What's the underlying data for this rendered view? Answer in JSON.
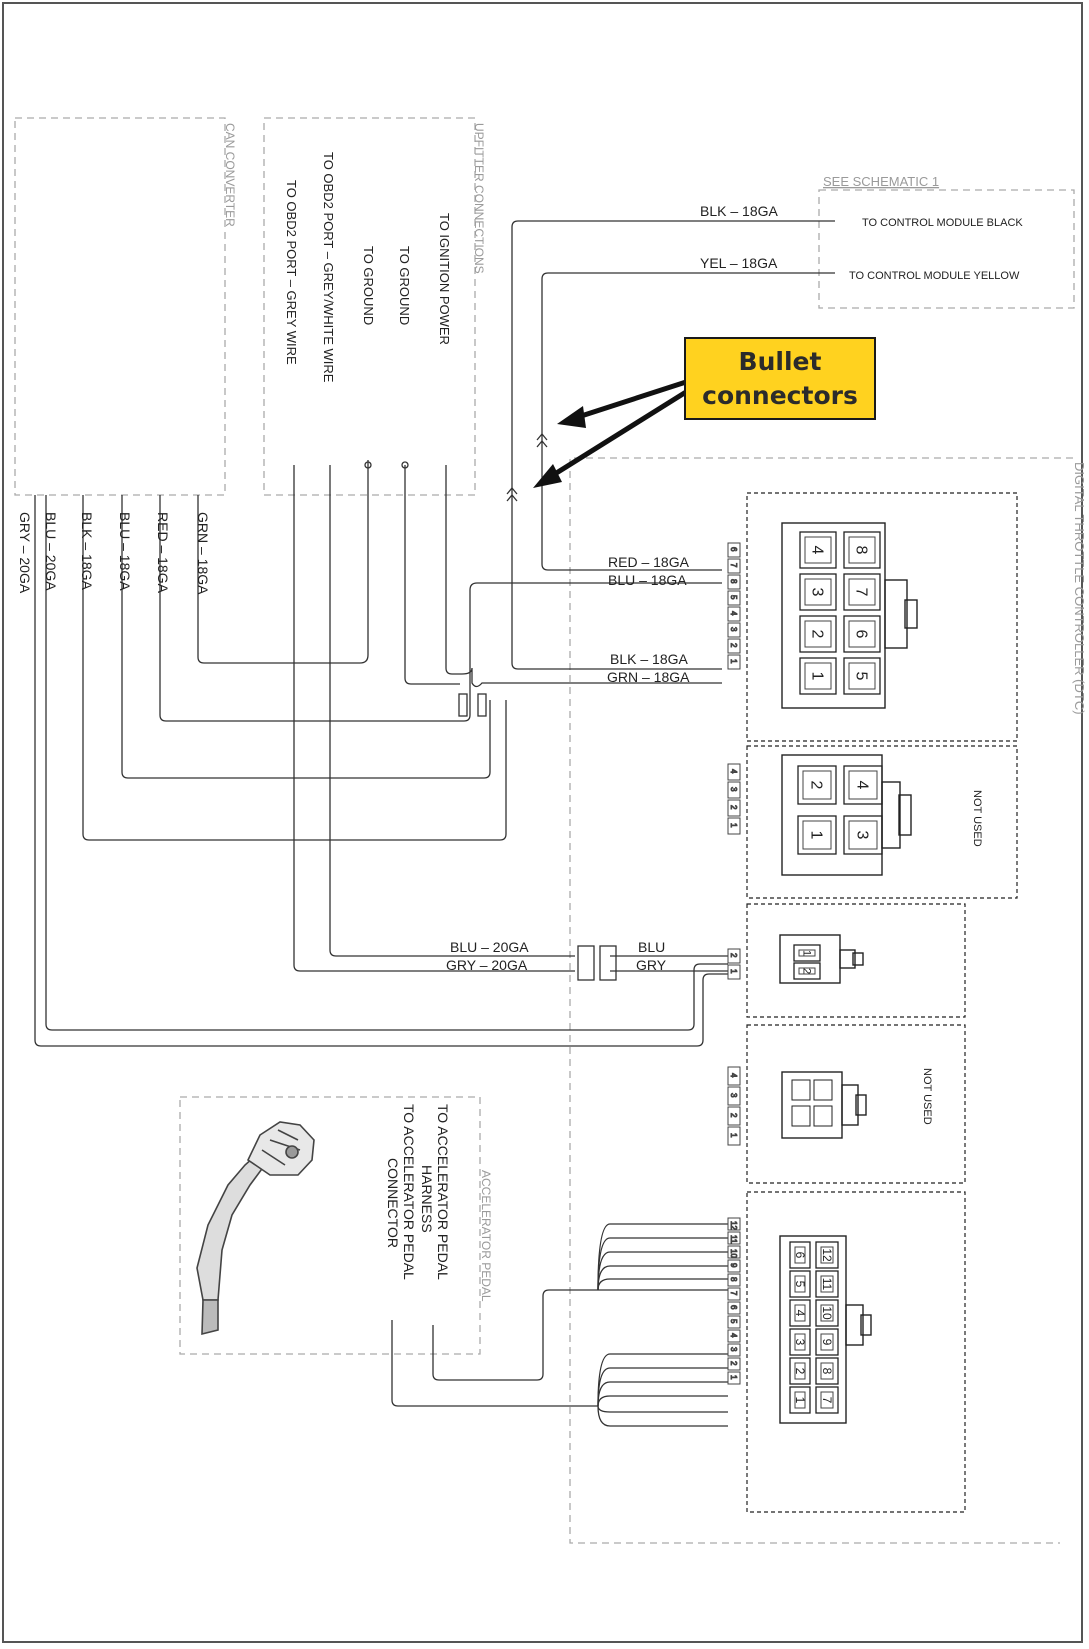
{
  "sections": {
    "can_converter": "CAN CONVERTER",
    "upfitter": "UPFITTER CONNECTIONS",
    "schematic": "SEE SCHEMATIC 1",
    "dtc": "DIGITAL THROTTLE CONTROLLER (DTC)",
    "accelerator": "ACCELERATOR PEDAL"
  },
  "upfitter_labels": [
    "TO IGNITION POWER",
    "TO GROUND",
    "TO GROUND",
    "TO OBD2 PORT – GREY/WHITE WIRE",
    "TO OBD2 PORT – GREY WIRE"
  ],
  "can_wires": [
    "GRN – 18GA",
    "RED – 18GA",
    "BLU – 18GA",
    "BLK – 18GA",
    "BLU – 20GA",
    "GRY – 20GA"
  ],
  "control_module": {
    "black_wire": "BLK – 18GA",
    "yellow_wire": "YEL – 18GA",
    "black_label": "TO CONTROL MODULE BLACK",
    "yellow_label": "TO CONTROL MODULE YELLOW"
  },
  "connector_8": {
    "wires": [
      "RED – 18GA",
      "BLU – 18GA",
      "BLK – 18GA",
      "GRN – 18GA"
    ],
    "pin_numbers": [
      "6",
      "7",
      "8",
      "5",
      "4",
      "3",
      "2",
      "1"
    ],
    "cavities": [
      "4",
      "8",
      "3",
      "7",
      "2",
      "6",
      "1",
      "5"
    ]
  },
  "connector_4": {
    "note": "NOT USED",
    "pin_numbers": [
      "4",
      "3",
      "2",
      "1"
    ],
    "cavities": [
      "2",
      "4",
      "1",
      "3"
    ]
  },
  "connector_2": {
    "wires": [
      "BLU – 20GA",
      "GRY – 20GA"
    ],
    "short_labels": [
      "BLU",
      "GRY"
    ],
    "pin_numbers": [
      "2",
      "1"
    ],
    "cavities": [
      "2",
      "1"
    ]
  },
  "connector_4b": {
    "note": "NOT USED",
    "pin_numbers": [
      "4",
      "3",
      "2",
      "1"
    ]
  },
  "connector_12": {
    "pin_numbers": [
      "12",
      "11",
      "10",
      "9",
      "8",
      "7",
      "6",
      "5",
      "4",
      "3",
      "2",
      "1"
    ],
    "cavities_row1": [
      "6",
      "5",
      "4",
      "3",
      "2",
      "1"
    ],
    "cavities_row2": [
      "12",
      "11",
      "10",
      "9",
      "8",
      "7"
    ]
  },
  "pedal": {
    "harness": [
      "TO ACCELERATOR PEDAL",
      "HARNESS"
    ],
    "connector": [
      "TO ACCELERATOR PEDAL",
      "CONNECTOR"
    ]
  },
  "callout": {
    "line1": "Bullet",
    "line2": "connectors"
  },
  "colors": {
    "callout_fill": "#ffd21f",
    "line": "#333333",
    "dashed_box": "#aaaaaa"
  }
}
